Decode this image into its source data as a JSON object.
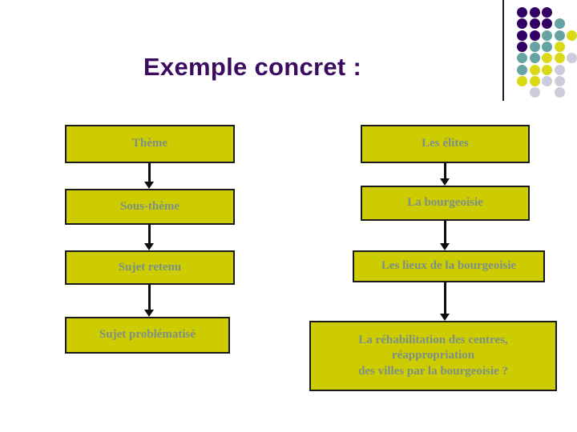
{
  "slide": {
    "title": "Exemple concret :",
    "title_color": "#3b0b60",
    "background_color": "#ffffff"
  },
  "theme": {
    "box_fill": "#cccc00",
    "box_border": "#1a1a1a",
    "box_text_color": "#7d9088",
    "arrow_color": "#0d0d0d",
    "rule_color": "#1b1b2f"
  },
  "decor": {
    "dot_grid_name": "dot-grid-decoration",
    "colors": {
      "purple": "#330066",
      "teal": "#66a3a3",
      "yellow": "#d9d916",
      "lavender": "#ccccdd"
    },
    "dots": [
      {
        "c": 0,
        "r": 0,
        "color": "#330066"
      },
      {
        "c": 1,
        "r": 0,
        "color": "#330066"
      },
      {
        "c": 2,
        "r": 0,
        "color": "#330066"
      },
      {
        "c": 0,
        "r": 1,
        "color": "#330066"
      },
      {
        "c": 1,
        "r": 1,
        "color": "#330066"
      },
      {
        "c": 2,
        "r": 1,
        "color": "#330066"
      },
      {
        "c": 3,
        "r": 1,
        "color": "#66a3a3"
      },
      {
        "c": 0,
        "r": 2,
        "color": "#330066"
      },
      {
        "c": 1,
        "r": 2,
        "color": "#330066"
      },
      {
        "c": 2,
        "r": 2,
        "color": "#66a3a3"
      },
      {
        "c": 3,
        "r": 2,
        "color": "#66a3a3"
      },
      {
        "c": 4,
        "r": 2,
        "color": "#d9d916"
      },
      {
        "c": 0,
        "r": 3,
        "color": "#330066"
      },
      {
        "c": 1,
        "r": 3,
        "color": "#66a3a3"
      },
      {
        "c": 2,
        "r": 3,
        "color": "#66a3a3"
      },
      {
        "c": 3,
        "r": 3,
        "color": "#d9d916"
      },
      {
        "c": 0,
        "r": 4,
        "color": "#66a3a3"
      },
      {
        "c": 1,
        "r": 4,
        "color": "#66a3a3"
      },
      {
        "c": 2,
        "r": 4,
        "color": "#d9d916"
      },
      {
        "c": 3,
        "r": 4,
        "color": "#d9d916"
      },
      {
        "c": 4,
        "r": 4,
        "color": "#ccccdd"
      },
      {
        "c": 0,
        "r": 5,
        "color": "#66a3a3"
      },
      {
        "c": 1,
        "r": 5,
        "color": "#d9d916"
      },
      {
        "c": 2,
        "r": 5,
        "color": "#d9d916"
      },
      {
        "c": 3,
        "r": 5,
        "color": "#ccccdd"
      },
      {
        "c": 0,
        "r": 6,
        "color": "#d9d916"
      },
      {
        "c": 1,
        "r": 6,
        "color": "#d9d916"
      },
      {
        "c": 2,
        "r": 6,
        "color": "#ccccdd"
      },
      {
        "c": 3,
        "r": 6,
        "color": "#ccccdd"
      },
      {
        "c": 1,
        "r": 7,
        "color": "#ccccdd"
      },
      {
        "c": 3,
        "r": 7,
        "color": "#ccccdd"
      }
    ]
  },
  "diagram": {
    "left_column": {
      "name": "labels-column",
      "nodes": [
        {
          "id": "theme",
          "label": "Thème"
        },
        {
          "id": "sous-theme",
          "label": "Sous-thème"
        },
        {
          "id": "sujet-retenu",
          "label": "Sujet retenu"
        },
        {
          "id": "sujet-problematise",
          "label": "Sujet problématisé"
        }
      ]
    },
    "right_column": {
      "name": "example-column",
      "nodes": [
        {
          "id": "les-elites",
          "label": "Les élites"
        },
        {
          "id": "la-bourgeoisie",
          "label": "La bourgeoisie"
        },
        {
          "id": "les-lieux",
          "label": "Les lieux de la bourgeoisie"
        },
        {
          "id": "problematique",
          "label": "La réhabilitation des centres,\nréappropriation\ndes villes par la bourgeoisie ?"
        }
      ]
    },
    "arrows": [
      {
        "id": "arrow-left-1",
        "from": "theme",
        "to": "sous-theme"
      },
      {
        "id": "arrow-left-2",
        "from": "sous-theme",
        "to": "sujet-retenu"
      },
      {
        "id": "arrow-left-3",
        "from": "sujet-retenu",
        "to": "sujet-problematise"
      },
      {
        "id": "arrow-right-1",
        "from": "les-elites",
        "to": "la-bourgeoisie"
      },
      {
        "id": "arrow-right-2",
        "from": "la-bourgeoisie",
        "to": "les-lieux"
      },
      {
        "id": "arrow-right-3",
        "from": "les-lieux",
        "to": "problematique"
      }
    ]
  }
}
